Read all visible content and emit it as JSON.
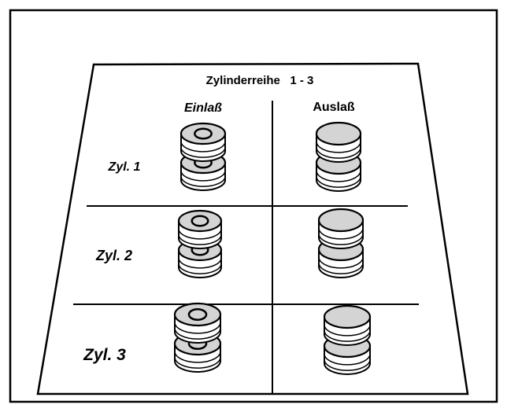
{
  "title": "Zylinderreihe   1 - 3",
  "columns": {
    "intake": "Einlaß",
    "exhaust": "Auslaß"
  },
  "cylinders": [
    {
      "label": "Zyl. 1"
    },
    {
      "label": "Zyl. 2"
    },
    {
      "label": "Zyl. 3"
    }
  ],
  "colors": {
    "valve_fill": "#d4d4d4",
    "stroke": "#000000",
    "background": "#ffffff"
  }
}
